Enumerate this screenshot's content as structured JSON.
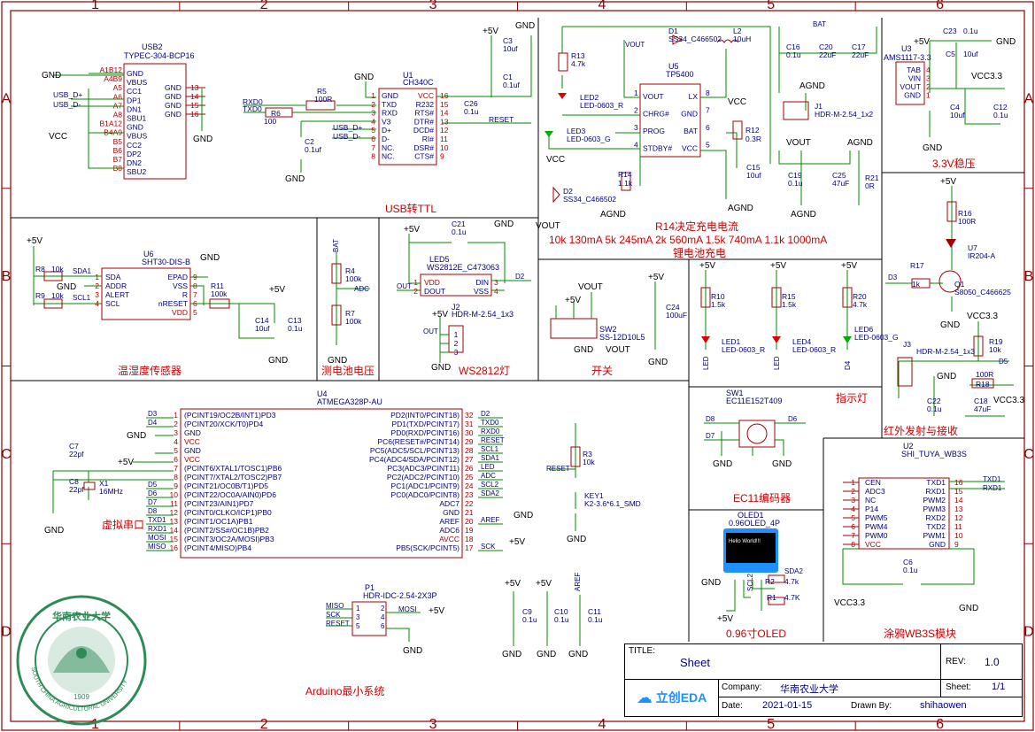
{
  "frame": {
    "cols": [
      "1",
      "2",
      "3",
      "4",
      "5",
      "6"
    ],
    "rows": [
      "A",
      "B",
      "C",
      "D"
    ]
  },
  "colors": {
    "wire": "#008800",
    "border": "#8b0000",
    "component": "#a00000",
    "text": "#00007f",
    "pin": "#aa0000",
    "netlabel": "#000080",
    "title": "#cc0000",
    "noconnect": "#33aa33",
    "led": "#e00000"
  },
  "sections": [
    {
      "key": "usb",
      "title": "USB转TTL"
    },
    {
      "key": "charge",
      "title": "R14决定充电电流"
    },
    {
      "key": "charge2",
      "title": "10k 130mA 5k 245mA 2k 560mA 1.5k 740mA 1.1k 1000mA"
    },
    {
      "key": "charge3",
      "title": "锂电池充电"
    },
    {
      "key": "ldo",
      "title": "3.3V稳压"
    },
    {
      "key": "sensor",
      "title": "温湿度传感器"
    },
    {
      "key": "vbat",
      "title": "测电池电压"
    },
    {
      "key": "ws",
      "title": "WS2812灯"
    },
    {
      "key": "sw",
      "title": "开关"
    },
    {
      "key": "ind",
      "title": "指示灯"
    },
    {
      "key": "ir",
      "title": "红外发射与接收"
    },
    {
      "key": "ec11",
      "title": "EC11编码器"
    },
    {
      "key": "oled",
      "title": "0.96寸OLED"
    },
    {
      "key": "wb3s",
      "title": "涂鸦WB3S模块"
    },
    {
      "key": "arduino",
      "title": "Arduino最小系统"
    },
    {
      "key": "vserial",
      "title": "虚拟串口"
    }
  ],
  "usb2": {
    "ref": "USB2",
    "part": "TYPEC-304-BCP16",
    "left_pins": [
      "A1B12",
      "A4B9",
      "A5",
      "A6",
      "A7",
      "A8",
      "B1A12",
      "B4A9",
      "B5",
      "B6",
      "B7",
      "B8"
    ],
    "right_pins": [
      "GND",
      "VBUS",
      "CC1",
      "DP1",
      "DN1",
      "SBU1",
      "GND",
      "VBUS",
      "CC2",
      "DP2",
      "DN2",
      "SBU2"
    ],
    "out_pins": [
      "13",
      "14",
      "15",
      "16"
    ],
    "out_labels": [
      "GND",
      "GND",
      "GND",
      "GND"
    ],
    "nets": [
      "GND",
      "USB_D+",
      "USB_D-",
      "VCC",
      "GND"
    ]
  },
  "ch340": {
    "ref": "U1",
    "part": "CH340C",
    "left": [
      [
        "1",
        "GND"
      ],
      [
        "2",
        "TXD"
      ],
      [
        "3",
        "RXD"
      ],
      [
        "4",
        "V3"
      ],
      [
        "5",
        "D+"
      ],
      [
        "6",
        "D-"
      ],
      [
        "7",
        "NC."
      ],
      [
        "8",
        "NC."
      ]
    ],
    "right": [
      [
        "16",
        "VCC"
      ],
      [
        "15",
        "R232"
      ],
      [
        "14",
        "RTS#"
      ],
      [
        "13",
        "DTR#"
      ],
      [
        "12",
        "DCD#"
      ],
      [
        "11",
        "RI#"
      ],
      [
        "10",
        "DSR#"
      ],
      [
        "9",
        "CTS#"
      ]
    ],
    "parts": [
      [
        "R5",
        "100R"
      ],
      [
        "R6",
        "100"
      ],
      [
        "C2",
        "0.1uf"
      ],
      [
        "C3",
        "10uf"
      ],
      [
        "C1",
        "0.1uf"
      ],
      [
        "C26",
        "0.1u"
      ]
    ],
    "nets": [
      "RXD0",
      "TXD0",
      "USB_D+",
      "USB_D-",
      "RESET",
      "+5V",
      "GND",
      "GND",
      "GND"
    ]
  },
  "charger": {
    "ref": "U5",
    "part": "TP5400",
    "left": [
      [
        "1",
        "VOUT"
      ],
      [
        "2",
        "CHRG#"
      ],
      [
        "3",
        "PROG"
      ],
      [
        "4",
        "STDBY#"
      ]
    ],
    "right": [
      [
        "8",
        "LX"
      ],
      [
        "7",
        "GND"
      ],
      [
        "6",
        "BAT"
      ],
      [
        "5",
        "VCC"
      ]
    ],
    "parts": [
      [
        "D1",
        "SS34_C466502"
      ],
      [
        "L2",
        "10uH"
      ],
      [
        "R13",
        "4.7k"
      ],
      [
        "LED2",
        "LED-0603_R"
      ],
      [
        "LED3",
        "LED-0603_G"
      ],
      [
        "R14",
        "1.1k"
      ],
      [
        "D2",
        "SS34_C466502"
      ],
      [
        "R12",
        "0.3R"
      ],
      [
        "C15",
        "10uf"
      ],
      [
        "C16",
        "0.1u"
      ],
      [
        "C20",
        "22uF"
      ],
      [
        "C17",
        "22uF"
      ],
      [
        "J1",
        "HDR-M-2.54_1x2"
      ],
      [
        "C19",
        "0.1u"
      ],
      [
        "C25",
        "47uF"
      ],
      [
        "R21",
        "0R"
      ]
    ],
    "nets": [
      "VOUT",
      "BAT",
      "VCC",
      "AGND",
      "AGND",
      "VOUT",
      "AGND",
      "AGND",
      "AGND",
      "VCC",
      "VOUT"
    ]
  },
  "ldo": {
    "ref": "U3",
    "part": "AMS1117-3.3",
    "pins": [
      "TAB",
      "VIN",
      "VOUT",
      "GND"
    ],
    "pin_nums": [
      "4",
      "3",
      "2",
      "1"
    ],
    "parts": [
      [
        "C23",
        "0.1u"
      ],
      [
        "C5",
        "10uf"
      ],
      [
        "C4",
        "10uf"
      ],
      [
        "C12",
        "0.1u"
      ]
    ],
    "nets": [
      "+5V",
      "GND",
      "VCC3.3",
      "GND"
    ]
  },
  "sht30": {
    "ref": "U6",
    "part": "SHT30-DIS-B",
    "left": [
      [
        "1",
        "SDA"
      ],
      [
        "2",
        "ADDR"
      ],
      [
        "3",
        "ALERT"
      ],
      [
        "4",
        "SCL"
      ]
    ],
    "right": [
      [
        "9",
        "EPAD"
      ],
      [
        "8",
        "VSS"
      ],
      [
        "7",
        "R"
      ],
      [
        "6",
        "nRESET"
      ],
      [
        "5",
        "VDD"
      ]
    ],
    "parts": [
      [
        "R8",
        "10k"
      ],
      [
        "R9",
        "10k"
      ],
      [
        "R11",
        "100k"
      ],
      [
        "C14",
        "10uf"
      ],
      [
        "C13",
        "0.1u"
      ]
    ],
    "nets": [
      "+5V",
      "SDA1",
      "SCL1",
      "GND",
      "GND",
      "+5V",
      "GND"
    ]
  },
  "vbat": {
    "parts": [
      [
        "R4",
        "100k"
      ],
      [
        "R7",
        "100k"
      ]
    ],
    "nets": [
      "BAT",
      "ADC",
      "GND"
    ]
  },
  "ws2812": {
    "ref": "LED5",
    "part": "WS2812E_C473063",
    "pins": [
      [
        "1",
        "VDD"
      ],
      [
        "2",
        "DOUT"
      ],
      [
        "3",
        "DIN"
      ],
      [
        "4",
        "VSS"
      ]
    ],
    "c": [
      "C21",
      "0.1u"
    ],
    "j": [
      "J2",
      "HDR-M-2.54_1x3"
    ],
    "nets": [
      "+5V",
      "GND",
      "OUT",
      "D2",
      "+5V",
      "OUT",
      "GND",
      "GND"
    ]
  },
  "switch": {
    "ref": "SW2",
    "part": "SS-12D10L5",
    "parts": [
      [
        "C24",
        "100uF"
      ]
    ],
    "nets": [
      "+5V",
      "VOUT",
      "+5V",
      "VOUT",
      "GND",
      "GND"
    ]
  },
  "indicators": {
    "parts": [
      [
        "R10",
        "1.5k"
      ],
      [
        "R15",
        "1.5k"
      ],
      [
        "R20",
        "4.7k"
      ],
      [
        "LED1",
        "LED-0603_R"
      ],
      [
        "LED4",
        "LED-0603_R"
      ],
      [
        "LED6",
        "LED-0603_G"
      ]
    ],
    "nets": [
      "+5V",
      "+5V",
      "+5V",
      "LED",
      "LED",
      "D4"
    ]
  },
  "ir": {
    "parts": [
      [
        "R16",
        "100R"
      ],
      [
        "U7",
        "IR204-A"
      ],
      [
        "R17",
        "1k"
      ],
      [
        "Q1",
        "S8050_C466625"
      ],
      [
        "R19",
        "10k"
      ],
      [
        "J3",
        "HDR-M-2.54_1x3"
      ],
      [
        "R18",
        "100R"
      ],
      [
        "C22",
        "0.1u"
      ],
      [
        "C18",
        "47uF"
      ]
    ],
    "nets": [
      "+5V",
      "D3",
      "GND",
      "VCC3.3",
      "D5",
      "GND",
      "VCC3.3"
    ]
  },
  "atmega": {
    "ref": "U4",
    "part": "ATMEGA328P-AU",
    "left": [
      [
        "1",
        "(PCINT19/OC2B/INT1)PD3"
      ],
      [
        "2",
        "(PCINT20/XCK/T0)PD4"
      ],
      [
        "3",
        "GND"
      ],
      [
        "4",
        "VCC"
      ],
      [
        "5",
        "GND"
      ],
      [
        "6",
        "VCC"
      ],
      [
        "7",
        "(PCINT6/XTAL1/TOSC1)PB6"
      ],
      [
        "8",
        "(PCINT7/XTAL2/TOSC2)PB7"
      ],
      [
        "9",
        "(PCINT21/OC0B/T1)PD5"
      ],
      [
        "10",
        "(PCINT22/OC0A/AIN0)PD6"
      ],
      [
        "11",
        "(PCINT23/AIN1)PD7"
      ],
      [
        "12",
        "(PCINT0/CLKO/ICP1)PB0"
      ],
      [
        "13",
        "(PCINT1/OC1A)PB1"
      ],
      [
        "14",
        "(PCINT2/SS#/OC1B)PB2"
      ],
      [
        "15",
        "(PCINT3/OC2A/MOSI)PB3"
      ],
      [
        "16",
        "(PCINT4/MISO)PB4"
      ]
    ],
    "right": [
      [
        "32",
        "PD2(INT0/PCINT18)"
      ],
      [
        "31",
        "PD1(TXD/PCINT17)"
      ],
      [
        "30",
        "PD0(RXD/PCINT16)"
      ],
      [
        "29",
        "PC6(RESET#/PCINT14)"
      ],
      [
        "28",
        "PC5(ADC5/SCL/PCINT13)"
      ],
      [
        "27",
        "PC4(ADC4/SDA/PCINT12)"
      ],
      [
        "26",
        "PC3(ADC3/PCINT11)"
      ],
      [
        "25",
        "PC2(ADC2/PCINT10)"
      ],
      [
        "24",
        "PC1(ADC1/PCINT9)"
      ],
      [
        "23",
        "PC0(ADC0/PCINT8)"
      ],
      [
        "22",
        "ADC7"
      ],
      [
        "21",
        "GND"
      ],
      [
        "20",
        "AREF"
      ],
      [
        "19",
        "ADC6"
      ],
      [
        "18",
        "AVCC"
      ],
      [
        "17",
        "PB5(SCK/PCINT5)"
      ]
    ],
    "left_nets": [
      "D3",
      "D4",
      "",
      "",
      "",
      "",
      "",
      "",
      "D5",
      "D6",
      "D7",
      "D8",
      "TXD1",
      "RXD1",
      "MOSI",
      "MISO"
    ],
    "right_nets": [
      "D2",
      "TXD0",
      "RXD0",
      "RESET",
      "SCL1",
      "SDA1",
      "LED",
      "ADC",
      "SCL2",
      "SDA2",
      "",
      "",
      "AREF",
      "",
      "",
      "SCK"
    ],
    "parts": [
      [
        "C7",
        "22pf"
      ],
      [
        "C8",
        "22pf"
      ],
      [
        "X1",
        "16MHz"
      ],
      [
        "R3",
        "10k"
      ],
      [
        "KEY1",
        "K2-3.6*6.1_SMD"
      ],
      [
        "C9",
        "0.1u"
      ],
      [
        "C10",
        "0.1u"
      ],
      [
        "C11",
        "0.1u"
      ]
    ],
    "nets": [
      "GND",
      "+5V",
      "GND",
      "RESET",
      "GND",
      "GND",
      "+5V",
      "+5V",
      "+5V",
      "AREF",
      "GND",
      "GND",
      "GND"
    ]
  },
  "isp": {
    "ref": "P1",
    "part": "HDR-IDC-2.54-2X3P",
    "left": [
      "MISO",
      "SCK",
      "RESET"
    ],
    "right": [
      "MOSI"
    ],
    "nums": [
      "1",
      "2",
      "3",
      "4",
      "5",
      "6"
    ],
    "nets": [
      "+5V",
      "GND"
    ]
  },
  "ec11": {
    "ref": "SW1",
    "part": "EC11E152T409",
    "nets": [
      "D8",
      "D6",
      "D7",
      "GND",
      "GND"
    ]
  },
  "oled": {
    "ref": "OLED1",
    "part": "0.96OLED_4P",
    "screen_text": "Hello World!!!",
    "parts": [
      [
        "R2",
        "4.7k"
      ],
      [
        "R1",
        "4.7K"
      ]
    ],
    "nets": [
      "GND",
      "+5V",
      "SDA2",
      "SCL2"
    ]
  },
  "wb3s": {
    "ref": "U2",
    "part": "SHI_TUYA_WB3S",
    "left": [
      [
        "1",
        "CEN"
      ],
      [
        "2",
        "ADC3"
      ],
      [
        "3",
        "NC"
      ],
      [
        "4",
        "P14"
      ],
      [
        "5",
        "PWM5"
      ],
      [
        "6",
        "PWM4"
      ],
      [
        "7",
        "PWM0"
      ],
      [
        "8",
        "VCC"
      ]
    ],
    "right": [
      [
        "16",
        "TXD1"
      ],
      [
        "15",
        "RXD1"
      ],
      [
        "14",
        "PWM2"
      ],
      [
        "13",
        "PWM3"
      ],
      [
        "12",
        "RXD2"
      ],
      [
        "11",
        "TXD2"
      ],
      [
        "10",
        "PWM1"
      ],
      [
        "9",
        "GND"
      ]
    ],
    "parts": [
      [
        "C6",
        "0.1u"
      ]
    ],
    "nets": [
      "TXD1",
      "RXD1",
      "VCC3.3",
      "GND"
    ]
  },
  "logo": {
    "top_text": "华南农业大学",
    "ring_text": "SOUTH CHINA AGRICULTURAL UNIVERSITY",
    "year": "1909"
  },
  "title_block": {
    "title_label": "TITLE:",
    "title_value": "Sheet",
    "rev_label": "REV:",
    "rev_value": "1.0",
    "company_label": "Company:",
    "company_value": "华南农业大学",
    "sheet_label": "Sheet:",
    "sheet_value": "1/1",
    "date_label": "Date:",
    "date_value": "2021-01-15",
    "drawn_label": "Drawn By:",
    "drawn_value": "shihaowen",
    "brand": "立创EDA"
  }
}
